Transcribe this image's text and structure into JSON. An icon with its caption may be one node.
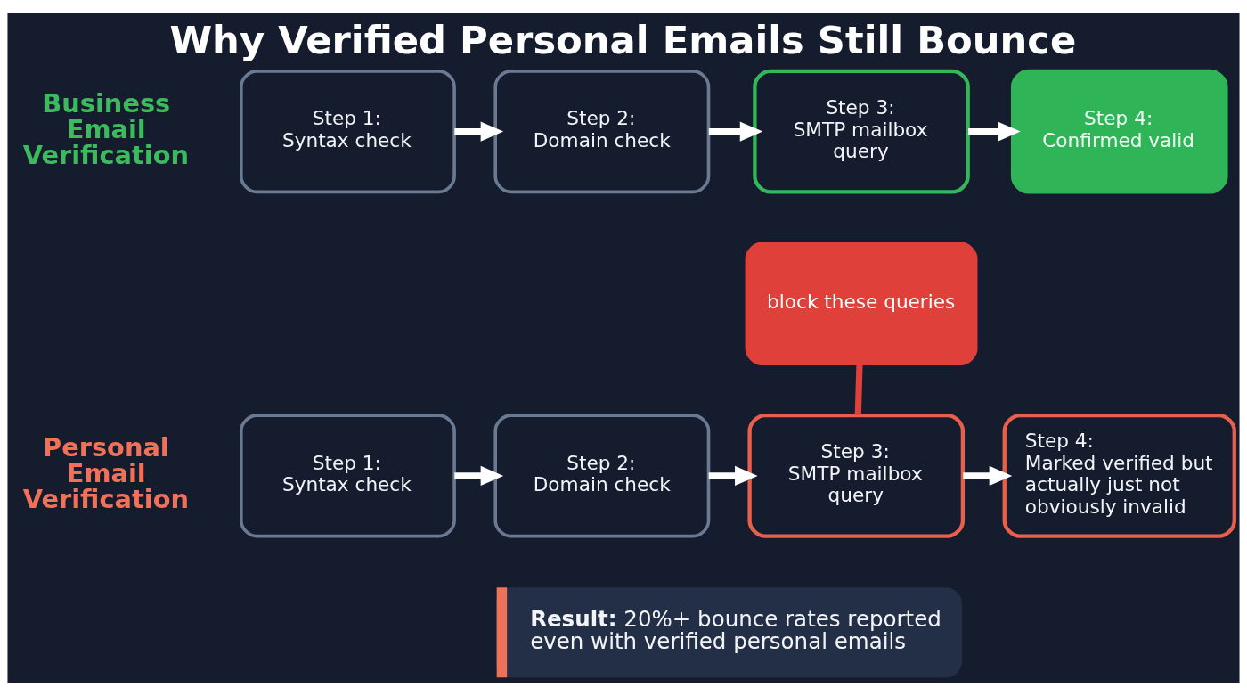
{
  "diagram": {
    "title": "Why Verified Personal Emails Still Bounce",
    "nodes": [
      {
        "text": [
          "Step 1:",
          "Syntax check"
        ]
      },
      {
        "text": [
          "Step 2:",
          "Domain check"
        ]
      },
      {
        "text": [
          "Step 3:",
          "SMTP mailbox query"
        ]
      },
      {
        "text": [
          "Step 4:",
          "Confirmed valid"
        ]
      },
      {
        "text": [
          "block these queries"
        ]
      },
      {
        "text": [
          "Step 1:",
          "Syntax check"
        ]
      },
      {
        "text": [
          "Step 2:",
          "Domain check"
        ]
      },
      {
        "text": [
          "Step 3:",
          "SMTP mailbox query"
        ]
      },
      {
        "text": [
          "Step 4:",
          "Marked verified but actually just not obviously invalid"
        ]
      },
      {
        "text": [
          "**Result:** 20%+ bounce rates reported even with verified personal emails"
        ]
      }
    ],
    "edges": [
      {
        "from": 0,
        "to": 1,
        "arrow": "to"
      },
      {
        "from": 1,
        "to": 2,
        "arrow": "to"
      },
      {
        "from": 2,
        "to": 3,
        "arrow": "to"
      },
      {
        "from": 4,
        "to": 7,
        "arrow": "none",
        "color": "#e0403a"
      },
      {
        "from": 5,
        "to": 6,
        "arrow": "to"
      },
      {
        "from": 6,
        "to": 7,
        "arrow": "to"
      },
      {
        "from": 7,
        "to": 8,
        "arrow": "to"
      }
    ],
    "labels": [
      "Business Email Verification",
      "Personal Email Verification"
    ]
  }
}
